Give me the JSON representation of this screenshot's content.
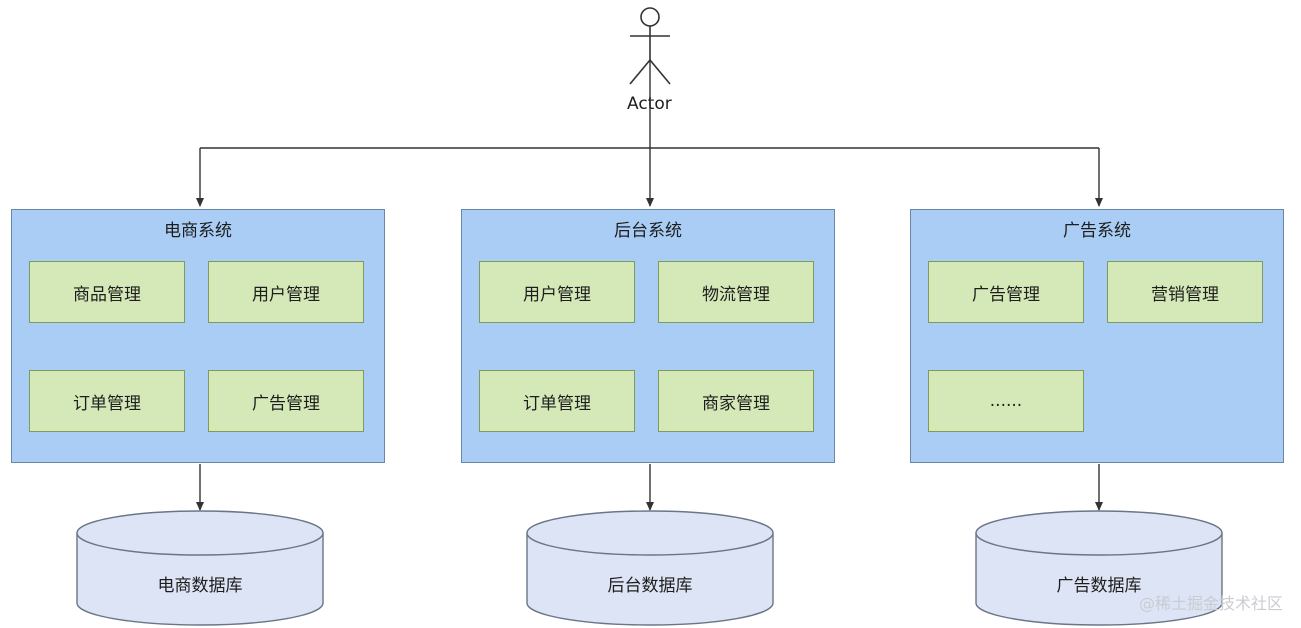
{
  "actor": {
    "label": "Actor"
  },
  "systems": [
    {
      "title": "电商系统",
      "modules": [
        "商品管理",
        "用户管理",
        "订单管理",
        "广告管理"
      ],
      "database": "电商数据库"
    },
    {
      "title": "后台系统",
      "modules": [
        "用户管理",
        "物流管理",
        "订单管理",
        "商家管理"
      ],
      "database": "后台数据库"
    },
    {
      "title": "广告系统",
      "modules": [
        "广告管理",
        "营销管理",
        "......"
      ],
      "database": "广告数据库"
    }
  ],
  "watermark": "@稀土掘金技术社区",
  "colors": {
    "system_fill": "#a9cdf5",
    "module_fill": "#d5e8b8",
    "database_fill": "#dde4f5",
    "line": "#333333"
  }
}
